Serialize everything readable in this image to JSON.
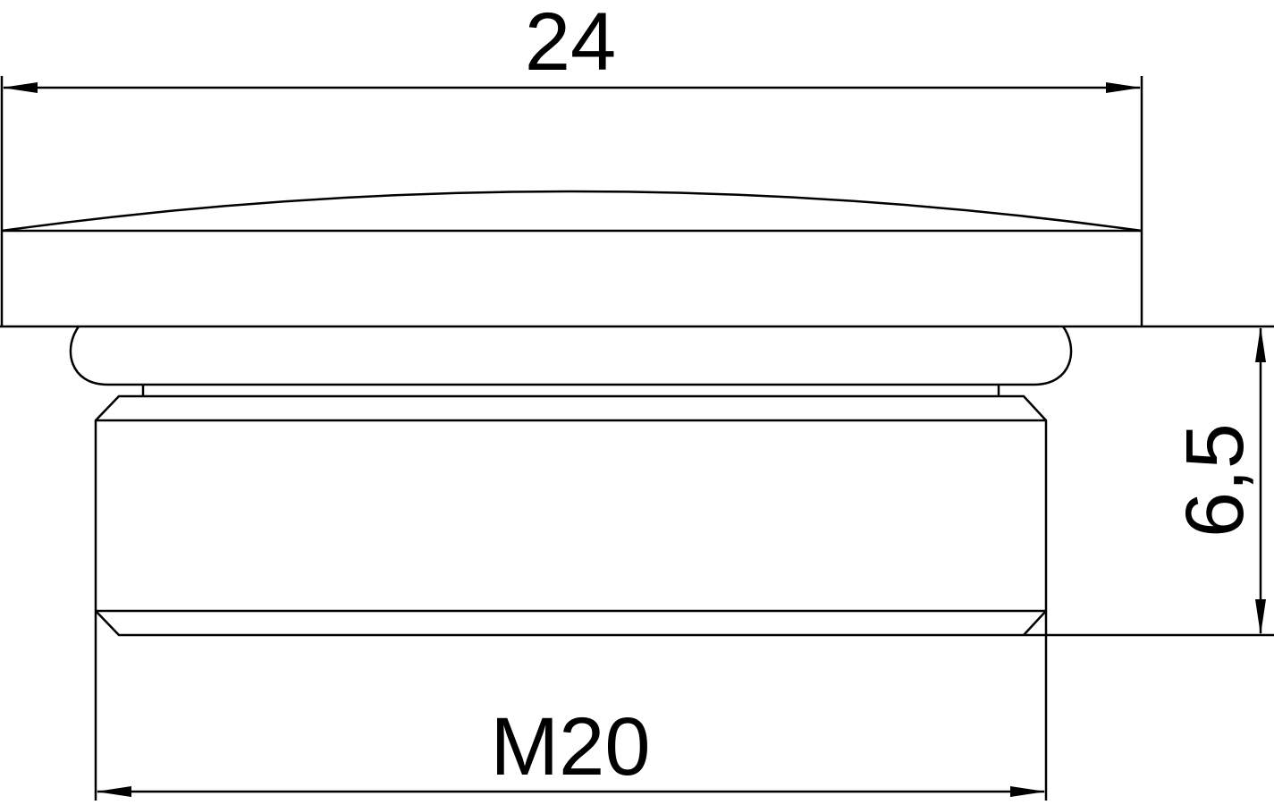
{
  "dimensions": {
    "width_label": "24",
    "thread_label": "M20",
    "height_label": "6,5"
  },
  "colors": {
    "line": "#000000",
    "background": "#ffffff"
  }
}
